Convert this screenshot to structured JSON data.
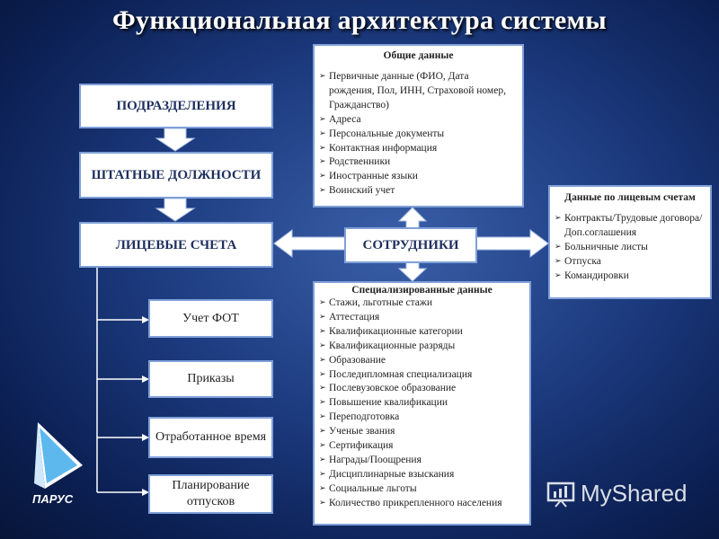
{
  "title": "Функциональная архитектура системы",
  "boxes": {
    "podr": "ПОДРАЗДЕЛЕНИЯ",
    "shtat": "ШТАТНЫЕ ДОЛЖНОСТИ",
    "lic": "ЛИЦЕВЫЕ СЧЕТА",
    "sotr": "СОТРУДНИКИ",
    "fot": "Учет ФОТ",
    "prik": "Приказы",
    "otrab": "Отработанное время",
    "plan": "Планирование отпусков"
  },
  "general": {
    "heading": "Общие данные",
    "items": [
      "Первичные данные (ФИО, Дата рождения, Пол, ИНН, Страховой номер, Гражданство)",
      "Адреса",
      "Персональные документы",
      "Контактная информация",
      "Родственники",
      "Иностранные языки",
      "Воинский учет"
    ]
  },
  "accounts": {
    "heading": "Данные по лицевым счетам",
    "items": [
      "Контракты/Трудовые договора/Доп.соглашения",
      "Больничные листы",
      "Отпуска",
      "Командировки"
    ]
  },
  "special": {
    "heading": "Специализированные данные",
    "items": [
      "Стажи, льготные стажи",
      "Аттестация",
      "Квалификационные категории",
      "Квалификационные разряды",
      "Образование",
      "Последипломная специализация",
      "Послевузовское образование",
      "Повышение квалификации",
      "Переподготовка",
      "Ученые звания",
      "Сертификация",
      "Награды/Поощрения",
      "Дисциплинарные взыскания",
      "Социальные льготы",
      "Количество прикрепленного населения"
    ]
  },
  "logo_text": "ПАРУС",
  "watermark": "MyShared",
  "colors": {
    "box_border": "#7fa0d8",
    "arrow": "#ffffff",
    "text_dark": "#1e2f5e"
  }
}
